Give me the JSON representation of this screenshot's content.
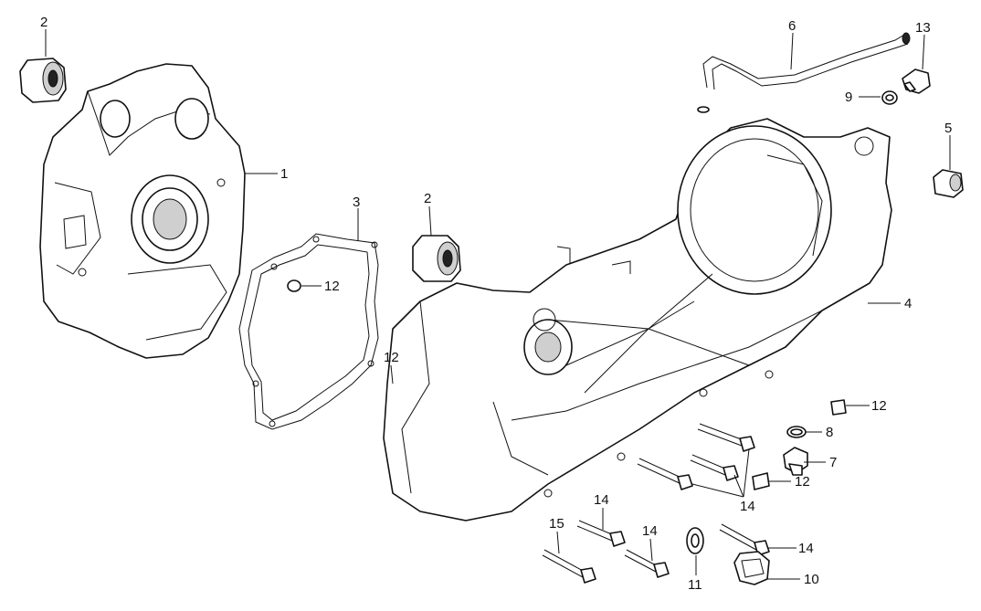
{
  "callouts": [
    {
      "id": "c-2a",
      "label": "2"
    },
    {
      "id": "c-1",
      "label": "1"
    },
    {
      "id": "c-3",
      "label": "3"
    },
    {
      "id": "c-12a",
      "label": "12"
    },
    {
      "id": "c-12b",
      "label": "12"
    },
    {
      "id": "c-2b",
      "label": "2"
    },
    {
      "id": "c-6",
      "label": "6"
    },
    {
      "id": "c-13",
      "label": "13"
    },
    {
      "id": "c-9",
      "label": "9"
    },
    {
      "id": "c-5",
      "label": "5"
    },
    {
      "id": "c-4",
      "label": "4"
    },
    {
      "id": "c-12c",
      "label": "12"
    },
    {
      "id": "c-8",
      "label": "8"
    },
    {
      "id": "c-7",
      "label": "7"
    },
    {
      "id": "c-12d",
      "label": "12"
    },
    {
      "id": "c-14a",
      "label": "14"
    },
    {
      "id": "c-14b",
      "label": "14"
    },
    {
      "id": "c-15",
      "label": "15"
    },
    {
      "id": "c-14c",
      "label": "14"
    },
    {
      "id": "c-11",
      "label": "11"
    },
    {
      "id": "c-14d",
      "label": "14"
    },
    {
      "id": "c-10",
      "label": "10"
    }
  ]
}
